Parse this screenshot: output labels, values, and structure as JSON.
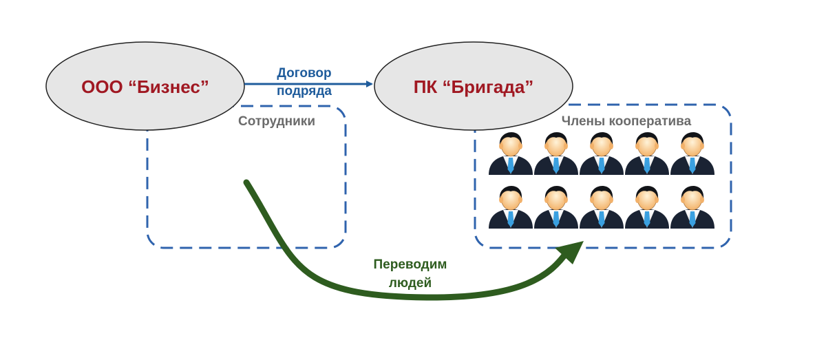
{
  "nodes": {
    "business": {
      "label": "ООО “Бизнес”"
    },
    "brigade": {
      "label": "ПК “Бригада”"
    }
  },
  "groups": {
    "employees": {
      "label": "Сотрудники"
    },
    "members": {
      "label": "Члены кооператива",
      "people_rows": 2,
      "people_per_row": 5
    }
  },
  "edges": {
    "contract": {
      "line1": "Договор",
      "line2": "подряда"
    },
    "transfer": {
      "line1": "Переводим",
      "line2": "людей"
    }
  },
  "colors": {
    "node_fill": "#e6e6e6",
    "node_text": "#a01822",
    "contract": "#1f5c9c",
    "transfer": "#2e5c1f",
    "group_border": "#2f63ad",
    "group_label": "#6b6b6b"
  },
  "icons": {
    "person": "person-icon"
  }
}
